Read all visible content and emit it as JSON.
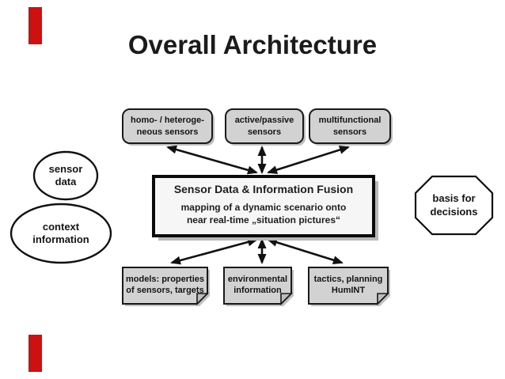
{
  "slide": {
    "title": "Overall Architecture",
    "colors": {
      "accent_red": "#cc1111",
      "box_fill": "#d2d2d2",
      "fusion_fill": "#f6f6f6",
      "shape_stroke": "#111111",
      "shadow_gray": "#b9b9b9"
    },
    "diagram": {
      "sensor_boxes": [
        {
          "label": "homo- / heteroge-\nneous sensors"
        },
        {
          "label": "active/passive\nsensors"
        },
        {
          "label": "multifunctional\nsensors"
        }
      ],
      "fusion_box": {
        "title": "Sensor Data & Information Fusion",
        "subtitle": "mapping of a dynamic scenario onto\nnear real-time „situation pictures“"
      },
      "input_ellipses": [
        {
          "label": "sensor\ndata"
        },
        {
          "label": "context\ninformation"
        }
      ],
      "output_octagon": {
        "label": "basis for\ndecisions"
      },
      "knowledge_boxes": [
        {
          "label": "models: properties\nof sensors, targets"
        },
        {
          "label": "environmental\ninformation"
        },
        {
          "label": "tactics, planning\nHumINT"
        }
      ]
    }
  }
}
